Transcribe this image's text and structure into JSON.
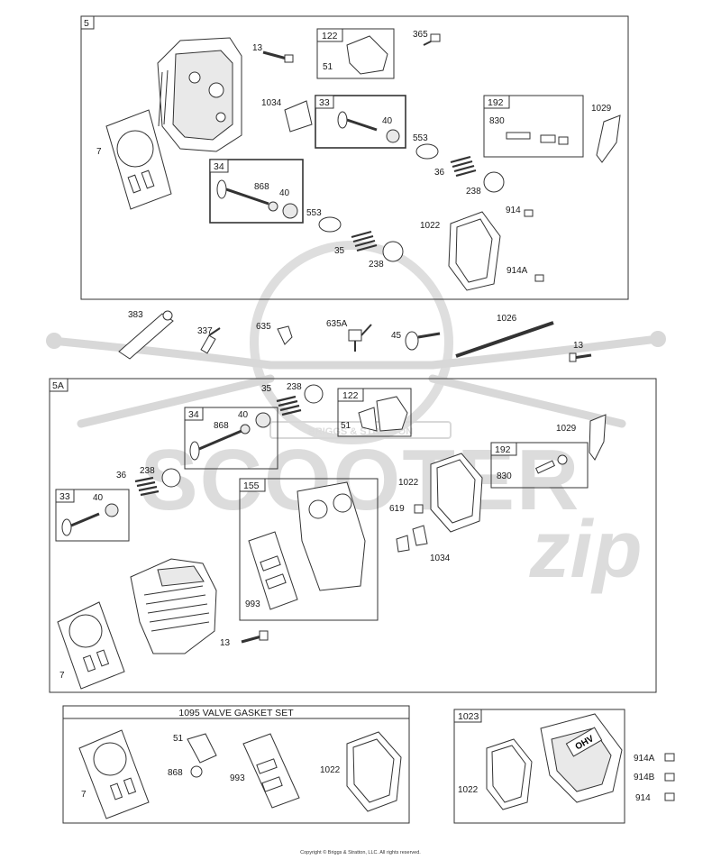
{
  "colors": {
    "line": "#333333",
    "watermark": "#d8d8d8"
  },
  "watermark": {
    "brand": "SCOOTER",
    "suffix": "zip",
    "badge": "BRIGGS & STRATTON"
  },
  "frames": {
    "top": {
      "label": "5"
    },
    "middle": {
      "label": "5A"
    },
    "gasket_set": {
      "title": "1095 VALVE GASKET SET"
    },
    "cover_set": {
      "label": "1023"
    }
  },
  "sub_boxes": {
    "top_122": "122",
    "top_33": "33",
    "top_192": "192",
    "top_34": "34",
    "mid_34": "34",
    "mid_122": "122",
    "mid_192": "192",
    "mid_33": "33",
    "mid_155": "155"
  },
  "callouts": {
    "top": [
      "7",
      "13",
      "51",
      "365",
      "1034",
      "40",
      "553",
      "36",
      "238",
      "830",
      "1029",
      "868",
      "40",
      "553",
      "35",
      "238",
      "1022",
      "914",
      "914A"
    ],
    "loose": [
      "383",
      "337",
      "635",
      "635A",
      "45",
      "1026",
      "13"
    ],
    "middle": [
      "35",
      "238",
      "40",
      "868",
      "51",
      "1029",
      "830",
      "36",
      "238",
      "40",
      "1022",
      "619",
      "993",
      "1034",
      "13",
      "7"
    ],
    "gasket_set": [
      "51",
      "868",
      "993",
      "1022",
      "7"
    ],
    "cover_set": [
      "1022",
      "914A",
      "914B",
      "914"
    ]
  },
  "cover_badge": "OHV",
  "copyright": "Copyright © Briggs & Stratton, LLC. All rights reserved."
}
